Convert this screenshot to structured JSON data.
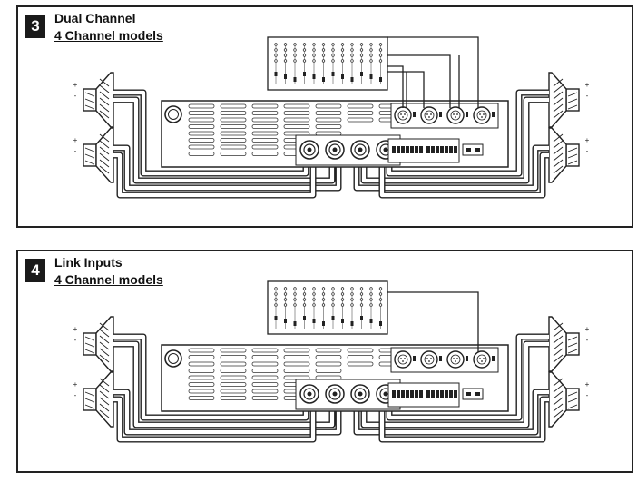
{
  "panels": [
    {
      "number": "3",
      "title": "Dual Channel",
      "subtitle": "4 Channel models",
      "mode": "dual"
    },
    {
      "number": "4",
      "title": "Link Inputs",
      "subtitle": "4 Channel models",
      "mode": "link"
    }
  ],
  "speaker_terminal_labels": {
    "plus": "+",
    "minus": "-"
  }
}
